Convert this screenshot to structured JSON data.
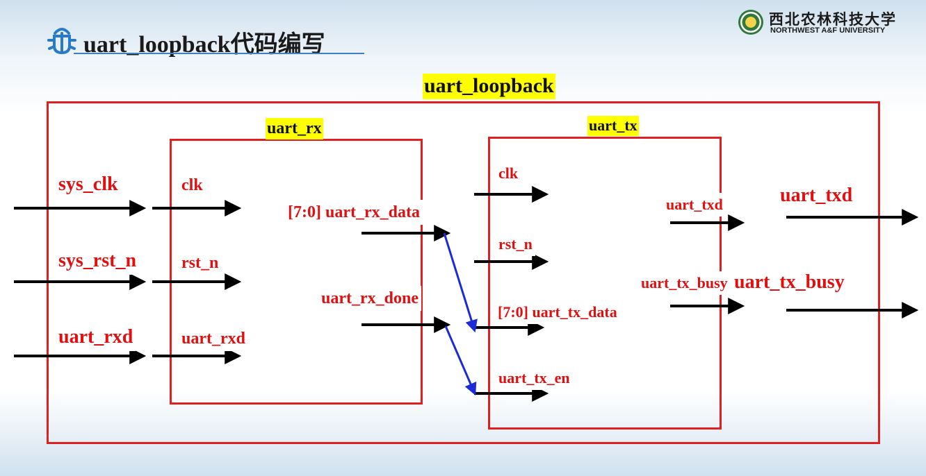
{
  "header": {
    "title": "uart_loopback代码编写",
    "logo_cn": "西北农林科技大学",
    "logo_en": "NORTHWEST A&F UNIVERSITY"
  },
  "diagram": {
    "top_module": "uart_loopback",
    "rx_module": {
      "name": "uart_rx",
      "inputs": [
        "clk",
        "rst_n",
        "uart_rxd"
      ],
      "outputs": [
        "[7:0] uart_rx_data",
        "uart_rx_done"
      ]
    },
    "tx_module": {
      "name": "uart_tx",
      "inputs": [
        "clk",
        "rst_n",
        "[7:0] uart_tx_data",
        "uart_tx_en"
      ],
      "outputs": [
        "uart_txd",
        "uart_tx_busy"
      ]
    },
    "top_inputs": [
      "sys_clk",
      "sys_rst_n",
      "uart_rxd"
    ],
    "top_outputs": [
      "uart_txd",
      "uart_tx_busy"
    ]
  },
  "colors": {
    "box_border": "#e02020",
    "label_text": "#e01010",
    "highlight": "#ffff00",
    "arrow": "#000000",
    "connector": "#1c2bd6",
    "title_underline": "#3d7fc1"
  }
}
